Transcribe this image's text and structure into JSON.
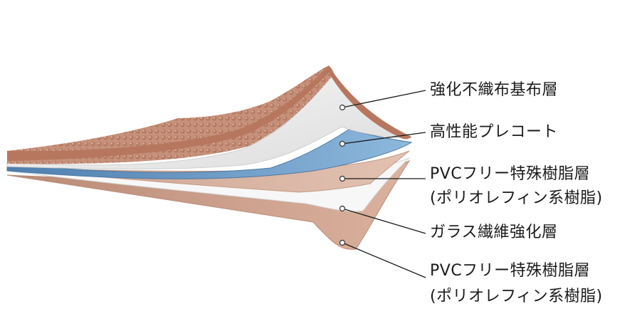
{
  "layers": [
    {
      "label": "強化不織布基布層"
    },
    {
      "label": "高性能プレコート"
    },
    {
      "label": "PVCフリー特殊樹脂層",
      "sub": "(ポリオレフィン系樹脂)"
    },
    {
      "label": "ガラス繊維強化層"
    },
    {
      "label": "PVCフリー特殊樹脂層",
      "sub": "(ポリオレフィン系樹脂)"
    }
  ],
  "colors": {
    "fabric": "#c98e78",
    "fabric_dark": "#a86b55",
    "white_layer": "#f2f2f2",
    "blue_layer": "#6e9ec9",
    "resin_layer": "#d9b3a1",
    "leader_line": "#1a1a1a"
  }
}
